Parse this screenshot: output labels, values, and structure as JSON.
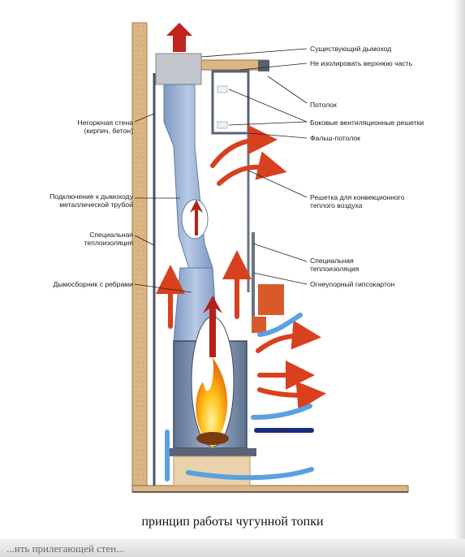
{
  "labels": {
    "existing_chimney": "Существующий дымоход",
    "no_insulate_top": "Не изолировать верхнюю часть",
    "ceiling": "Потолок",
    "side_vents": "Боковые вентиляционные решетки",
    "false_ceiling": "Фальш-потолок",
    "convection_grille_1": "Решетка для конвекционного",
    "convection_grille_2": "теплого воздуха",
    "special_insulation_r_1": "Специальная",
    "special_insulation_r_2": "теплоизоляция",
    "fireproof_drywall": "Огнеупорный гипсокартон",
    "nonflammable_wall_1": "Негорючая стена",
    "nonflammable_wall_2": "(кирпич, бетон)",
    "connection_1": "Подключение к дымоходу",
    "connection_2": "металлической трубой",
    "special_insulation_l_1": "Специальная",
    "special_insulation_l_2": "теплоизоляция",
    "smoke_collector": "Дымосборник с ребрами"
  },
  "caption": "принцип работы чугунной топки",
  "bottom_text": "...ить прилегающей стен...",
  "colors": {
    "brick_wall": "#dcb785",
    "pipe": "#9bb3d6",
    "stove": "#7a8eaa",
    "hot_arrow": "#d9401e",
    "cold_arrow": "#5aa0e0",
    "drywall": "#6b7383"
  }
}
